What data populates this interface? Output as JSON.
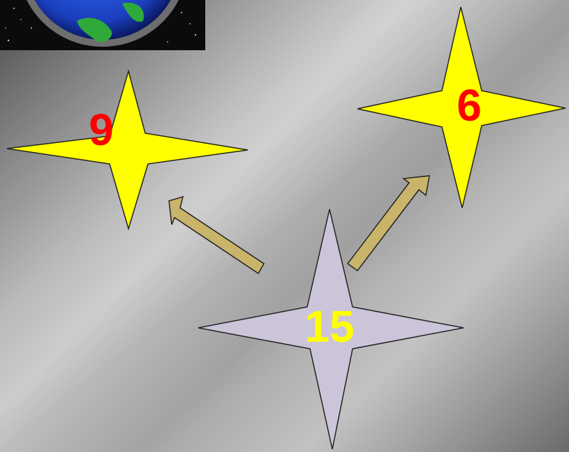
{
  "colors": {
    "star_yellow": "#FFFF00",
    "star_lavender": "#CCC5D9",
    "label_red": "#FF0000",
    "label_yellow": "#FFFF00",
    "arrow_tan": "#C8B46A",
    "outline": "#222222"
  },
  "stars": {
    "left": {
      "label": "9"
    },
    "right": {
      "label": "6"
    },
    "bottom": {
      "label": "15"
    }
  },
  "icons": {
    "globe": "earth-globe-image",
    "arrow_left": "arrow-up-left-icon",
    "arrow_right": "arrow-up-right-icon"
  }
}
